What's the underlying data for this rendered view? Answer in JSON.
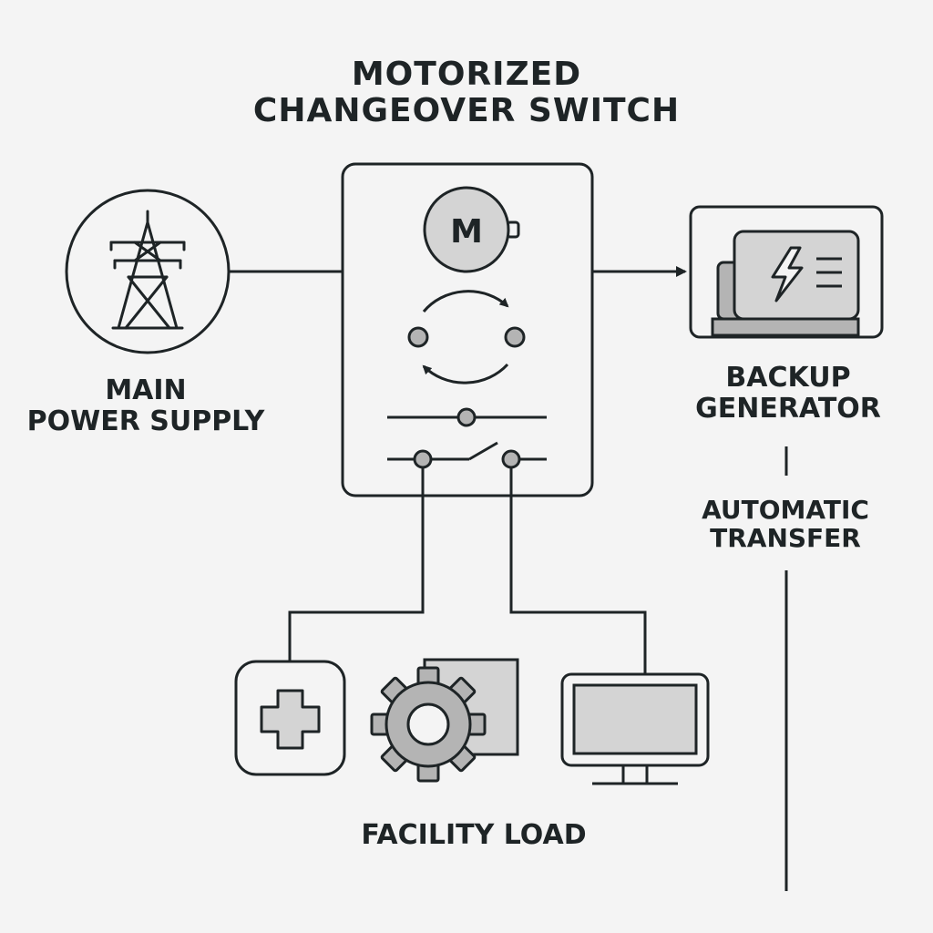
{
  "title": {
    "line1": "MOTORIZED",
    "line2": "CHANGEOVER SWITCH"
  },
  "main_supply": {
    "line1": "MAIN",
    "line2": "POWER SUPPLY",
    "icon": "transmission-tower-icon"
  },
  "generator": {
    "line1": "BACKUP",
    "line2": "GENERATOR",
    "icon": "generator-icon"
  },
  "transfer": {
    "line1": "AUTOMATIC",
    "line2": "TRANSFER"
  },
  "switch_unit": {
    "motor_letter": "M",
    "icons": [
      "motor-icon",
      "rotation-arrows-icon",
      "switch-contacts-icon"
    ]
  },
  "facility_load": {
    "label": "FACILITY LOAD",
    "icons": [
      "medical-cross-icon",
      "gear-icon",
      "monitor-icon"
    ]
  },
  "colors": {
    "stroke": "#1e2426",
    "fill_light": "#d4d4d4",
    "fill_mid": "#b4b4b4",
    "background": "#f4f4f4"
  }
}
